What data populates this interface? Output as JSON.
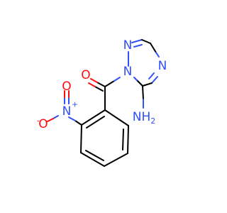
{
  "atoms": {
    "n_nitro": "N",
    "n_nitro_charge": "+",
    "o_nitro_top": "O",
    "o_nitro_left": "O",
    "o_nitro_left_charge": "-",
    "o_carbonyl": "O",
    "n_ring_1": "N",
    "n_ring_2": "N",
    "n_ring_4": "N",
    "nh2_label": "NH",
    "nh2_subscript": "2"
  },
  "colors": {
    "bond": "#000000",
    "oxygen": "#ff0d0d",
    "nitrogen": "#3050f8"
  }
}
